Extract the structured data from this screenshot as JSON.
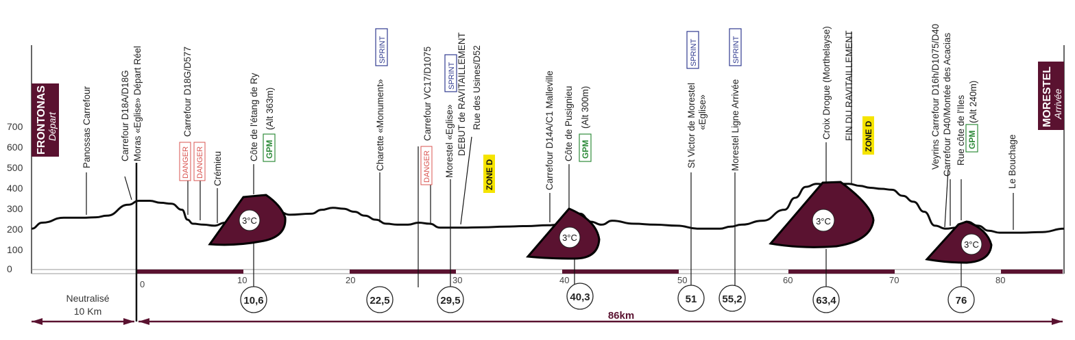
{
  "y_labels": [
    "700",
    "600",
    "500",
    "400",
    "300",
    "200",
    "100",
    "0"
  ],
  "x_labels": [
    "0",
    "10",
    "20",
    "30",
    "40",
    "50",
    "60",
    "70",
    "80"
  ],
  "start": {
    "name": "FRONTONAS",
    "sub": "Départ"
  },
  "finish": {
    "name": "MORESTEL",
    "sub": "Arrivée"
  },
  "neutral": {
    "line1": "Neutralisé",
    "line2": "10 Km"
  },
  "total": "86km",
  "waypoints": [
    "Panossas Carrefour",
    "Carrefour D18A/D18G",
    "Moras «Eglise» Départ Réel",
    "Carrefour D18G/D577",
    "Crémieu",
    "Côte de l'étang de Ry",
    "(Alt 363m)",
    "Charette «Monument»",
    "Carrefour VC17/D1075",
    "Morestel «Eglise»",
    "DEBUT de RAVITAILLEMENT",
    "Rue des Usines/D52",
    "Carrefour D14A/C1 Malleville",
    "Côte de Pusignieu",
    "(Alt 300m)",
    "St Victor de Morestel",
    "«Eglise»",
    "Morestel Ligne Arrivée",
    "Croix Drogue (Morthelayse)",
    "FIN DU RAVITAILLEMENT",
    "Veyrins Carrefour D16h/D1075/D40",
    "Carrefour D40/Montée des Acacias",
    "Rue côte de l'Iles",
    "(Alt 240m)",
    "Le Bouchage"
  ],
  "tags": {
    "danger": "DANGER",
    "sprint": "SPRINT",
    "gpm": "GPM",
    "zone": "ZONE D"
  },
  "climb_label": "3°C",
  "distances": [
    "10,6",
    "22,5",
    "29,5",
    "40,3",
    "51",
    "55,2",
    "63,4",
    "76"
  ],
  "colors": {
    "accent": "#5a1230",
    "danger": "#d9534f",
    "sprint": "#2f3a8f",
    "gpm": "#2e8b3a",
    "zone": "#f5e400"
  },
  "chart_data": {
    "type": "area",
    "xlabel": "",
    "ylabel": "",
    "xlim": [
      -10,
      86
    ],
    "ylim": [
      0,
      700
    ],
    "x": [
      -10,
      -9,
      -7,
      -5,
      -4,
      -3,
      -1,
      0,
      1,
      2,
      3,
      4,
      4.5,
      5,
      6,
      7,
      8,
      9,
      10,
      11,
      12,
      13,
      14,
      16,
      17,
      18,
      19,
      20,
      21,
      22,
      23,
      24,
      25,
      26,
      27,
      28,
      30,
      32,
      34,
      36,
      38,
      39,
      40,
      41,
      42,
      43,
      44,
      46,
      48,
      50,
      52,
      54,
      55,
      56,
      58,
      60,
      61,
      62,
      63,
      64,
      65,
      66,
      67,
      68,
      69,
      70,
      71,
      72,
      73,
      74,
      75,
      76,
      77,
      78,
      79,
      80,
      82,
      84,
      86
    ],
    "y": [
      205,
      235,
      260,
      260,
      262,
      270,
      325,
      345,
      345,
      335,
      330,
      300,
      250,
      230,
      225,
      220,
      235,
      290,
      355,
      365,
      330,
      290,
      275,
      280,
      300,
      310,
      305,
      290,
      270,
      250,
      230,
      225,
      225,
      235,
      230,
      210,
      210,
      212,
      215,
      218,
      222,
      225,
      290,
      280,
      240,
      225,
      245,
      230,
      225,
      220,
      205,
      205,
      215,
      225,
      245,
      300,
      360,
      415,
      430,
      425,
      430,
      430,
      420,
      410,
      405,
      400,
      370,
      340,
      290,
      220,
      205,
      210,
      240,
      220,
      195,
      185,
      185,
      188,
      205
    ]
  }
}
